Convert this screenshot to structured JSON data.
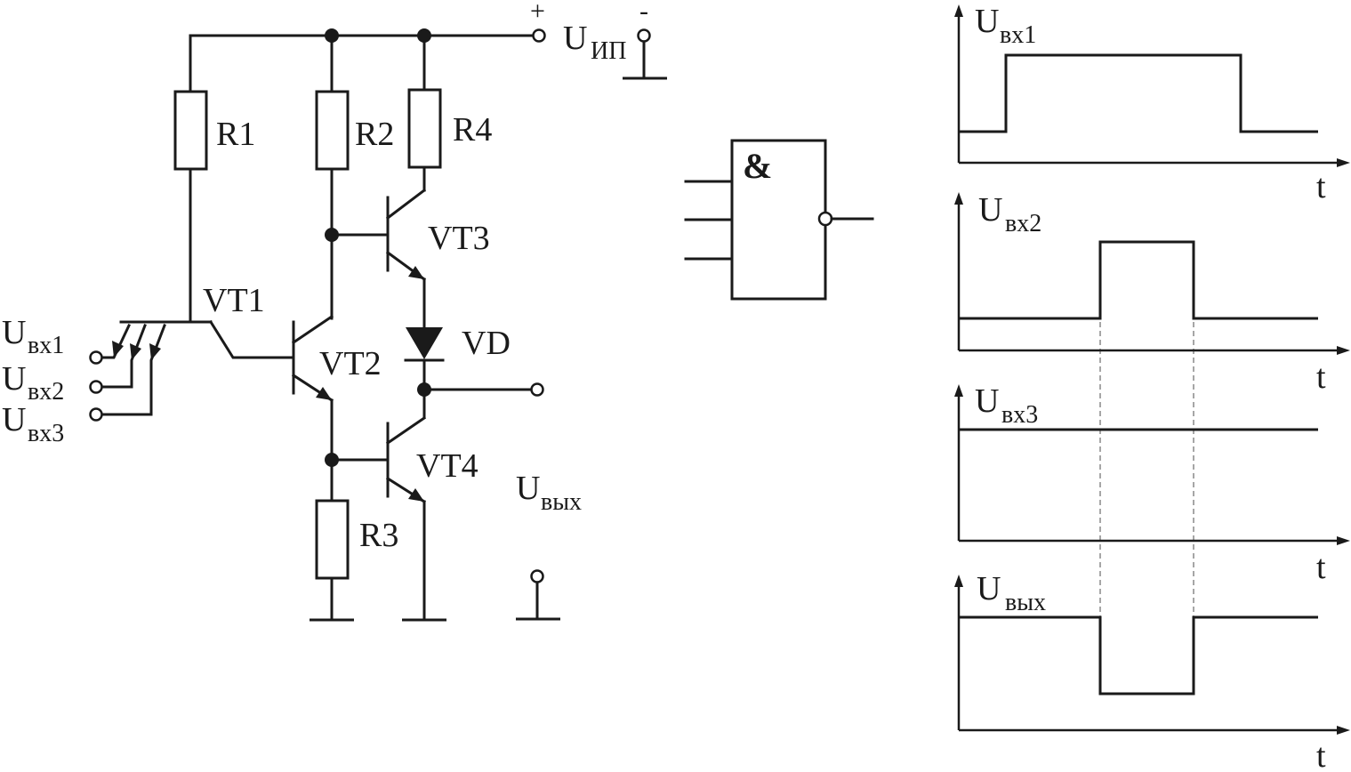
{
  "schematic": {
    "supply": {
      "label": "U",
      "sub": "ИП",
      "plus": "+",
      "minus": "-"
    },
    "resistors": {
      "r1": "R1",
      "r2": "R2",
      "r3": "R3",
      "r4": "R4"
    },
    "transistors": {
      "vt1": "VT1",
      "vt2": "VT2",
      "vt3": "VT3",
      "vt4": "VT4"
    },
    "diode": "VD",
    "inputs": [
      {
        "label": "U",
        "sub": "вх1"
      },
      {
        "label": "U",
        "sub": "вх2"
      },
      {
        "label": "U",
        "sub": "вх3"
      }
    ],
    "output": {
      "label": "U",
      "sub": "вых"
    }
  },
  "gate": {
    "symbol": "&",
    "input_count": 3,
    "inverted_output": true
  },
  "timing": {
    "time_label": "t",
    "channels": [
      {
        "label": "U",
        "sub": "вх1",
        "levels": [
          0,
          1,
          0
        ]
      },
      {
        "label": "U",
        "sub": "вх2",
        "levels": [
          0,
          1,
          0
        ]
      },
      {
        "label": "U",
        "sub": "вх3",
        "levels": [
          1
        ]
      },
      {
        "label": "U",
        "sub": "вых",
        "levels": [
          1,
          0,
          1
        ]
      }
    ]
  }
}
